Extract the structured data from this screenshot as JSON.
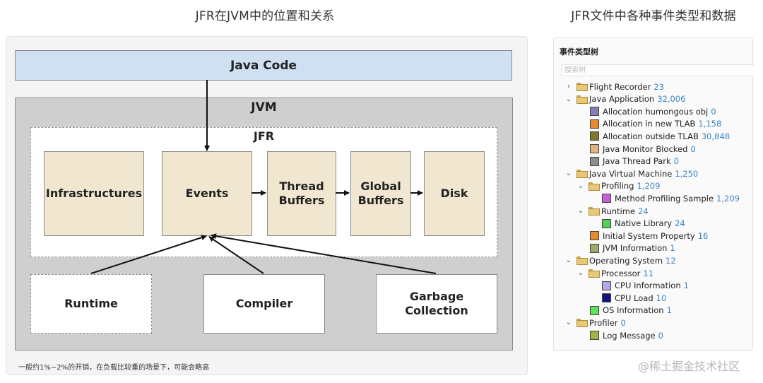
{
  "titles": {
    "left": "JFR在JVM中的位置和关系",
    "right": "JFR文件中各种事件类型和数据"
  },
  "diagram": {
    "java_code": "Java Code",
    "jvm": "JVM",
    "jfr": "JFR",
    "components": {
      "infrastructures": "Infrastructures",
      "events": "Events",
      "thread_buffers": "Thread\nBuffers",
      "global_buffers": "Global\nBuffers",
      "disk": "Disk"
    },
    "lower": {
      "runtime": "Runtime",
      "compiler": "Compiler",
      "gc": "Garbage\nCollection"
    },
    "note": "一般约1%~2%的开销，在负载比较重的场景下，可能会略高"
  },
  "tree": {
    "header": "事件类型树",
    "search_placeholder": "搜索树",
    "rows": [
      {
        "depth": 0,
        "toggle": "›",
        "icon": "folder",
        "label": "Flight Recorder",
        "count": "23"
      },
      {
        "depth": 0,
        "toggle": "⌄",
        "icon": "folder",
        "label": "Java Application",
        "count": "32,006"
      },
      {
        "depth": 1,
        "toggle": "",
        "icon": "swatch",
        "color": "#8a79b8",
        "label": "Allocation humongous obj",
        "count": "0"
      },
      {
        "depth": 1,
        "toggle": "",
        "icon": "swatch",
        "color": "#e8892f",
        "label": "Allocation in new TLAB",
        "count": "1,158"
      },
      {
        "depth": 1,
        "toggle": "",
        "icon": "swatch",
        "color": "#7d7a2a",
        "label": "Allocation outside TLAB",
        "count": "30,848"
      },
      {
        "depth": 1,
        "toggle": "",
        "icon": "swatch",
        "color": "#e2b47e",
        "label": "Java Monitor Blocked",
        "count": "0"
      },
      {
        "depth": 1,
        "toggle": "",
        "icon": "swatch",
        "color": "#8d8d8d",
        "label": "Java Thread Park",
        "count": "0"
      },
      {
        "depth": 0,
        "toggle": "⌄",
        "icon": "folder",
        "label": "Java Virtual Machine",
        "count": "1,250"
      },
      {
        "depth": 1,
        "toggle": "⌄",
        "icon": "folder",
        "label": "Profiling",
        "count": "1,209"
      },
      {
        "depth": 2,
        "toggle": "",
        "icon": "swatch",
        "color": "#c65fd9",
        "label": "Method Profiling Sample",
        "count": "1,209"
      },
      {
        "depth": 1,
        "toggle": "⌄",
        "icon": "folder",
        "label": "Runtime",
        "count": "24"
      },
      {
        "depth": 2,
        "toggle": "",
        "icon": "swatch",
        "color": "#56cf5a",
        "label": "Native Library",
        "count": "24"
      },
      {
        "depth": 1,
        "toggle": "",
        "icon": "swatch",
        "color": "#e8892f",
        "label": "Initial System Property",
        "count": "16"
      },
      {
        "depth": 1,
        "toggle": "",
        "icon": "swatch",
        "color": "#a4a66c",
        "label": "JVM Information",
        "count": "1"
      },
      {
        "depth": 0,
        "toggle": "⌄",
        "icon": "folder",
        "label": "Operating System",
        "count": "12"
      },
      {
        "depth": 1,
        "toggle": "⌄",
        "icon": "folder",
        "label": "Processor",
        "count": "11"
      },
      {
        "depth": 2,
        "toggle": "",
        "icon": "swatch",
        "color": "#b7a6e6",
        "label": "CPU Information",
        "count": "1"
      },
      {
        "depth": 2,
        "toggle": "",
        "icon": "swatch",
        "color": "#14127e",
        "label": "CPU Load",
        "count": "10"
      },
      {
        "depth": 1,
        "toggle": "",
        "icon": "swatch",
        "color": "#5ee05a",
        "label": "OS Information",
        "count": "1"
      },
      {
        "depth": 0,
        "toggle": "⌄",
        "icon": "folder",
        "label": "Profiler",
        "count": "0"
      },
      {
        "depth": 1,
        "toggle": "",
        "icon": "swatch",
        "color": "#a2b243",
        "label": "Log Message",
        "count": "0"
      }
    ]
  },
  "watermark": "@稀土掘金技术社区"
}
